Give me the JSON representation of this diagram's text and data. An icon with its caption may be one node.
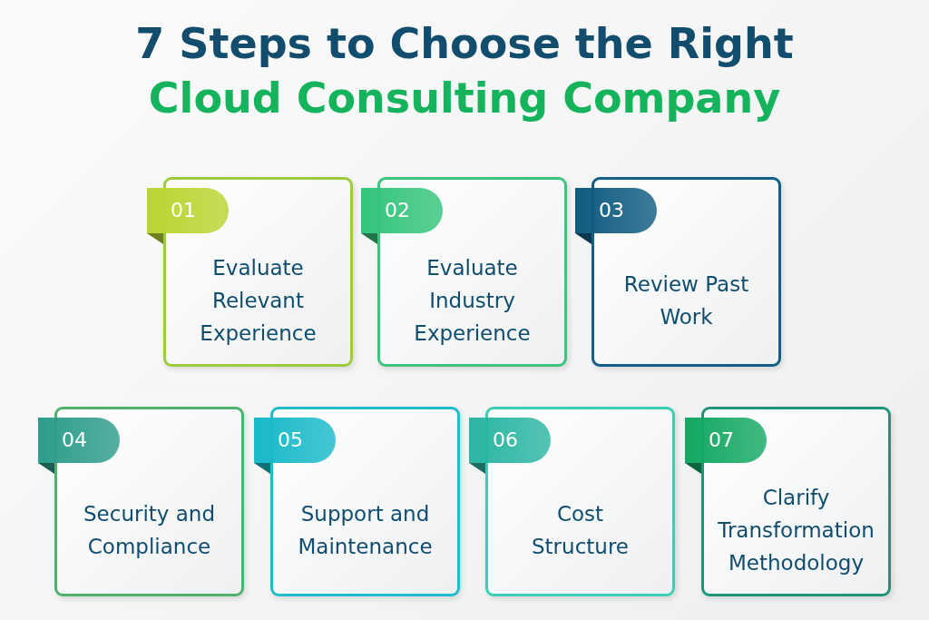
{
  "diagram": {
    "title": "7 Steps to Choose the Right",
    "nodes": [
      {
        "text": [
          "Evaluate Relevant Experience"
        ]
      },
      {
        "text": [
          "01"
        ]
      },
      {
        "text": [
          "Evaluate Industry Experience"
        ]
      },
      {
        "text": [
          "02"
        ]
      },
      {
        "text": [
          "Review Past Work"
        ]
      },
      {
        "text": [
          "03"
        ]
      },
      {
        "text": [
          "Security and Compliance"
        ]
      },
      {
        "text": [
          "04"
        ]
      },
      {
        "text": [
          "Support and Maintenance"
        ]
      },
      {
        "text": [
          "05"
        ]
      },
      {
        "text": [
          "Cost Structure"
        ]
      },
      {
        "text": [
          "06"
        ]
      },
      {
        "text": [
          "Clarify Transformation Methodology"
        ]
      },
      {
        "text": [
          "07"
        ]
      }
    ],
    "labels": [
      "Cloud Consulting Company"
    ]
  }
}
